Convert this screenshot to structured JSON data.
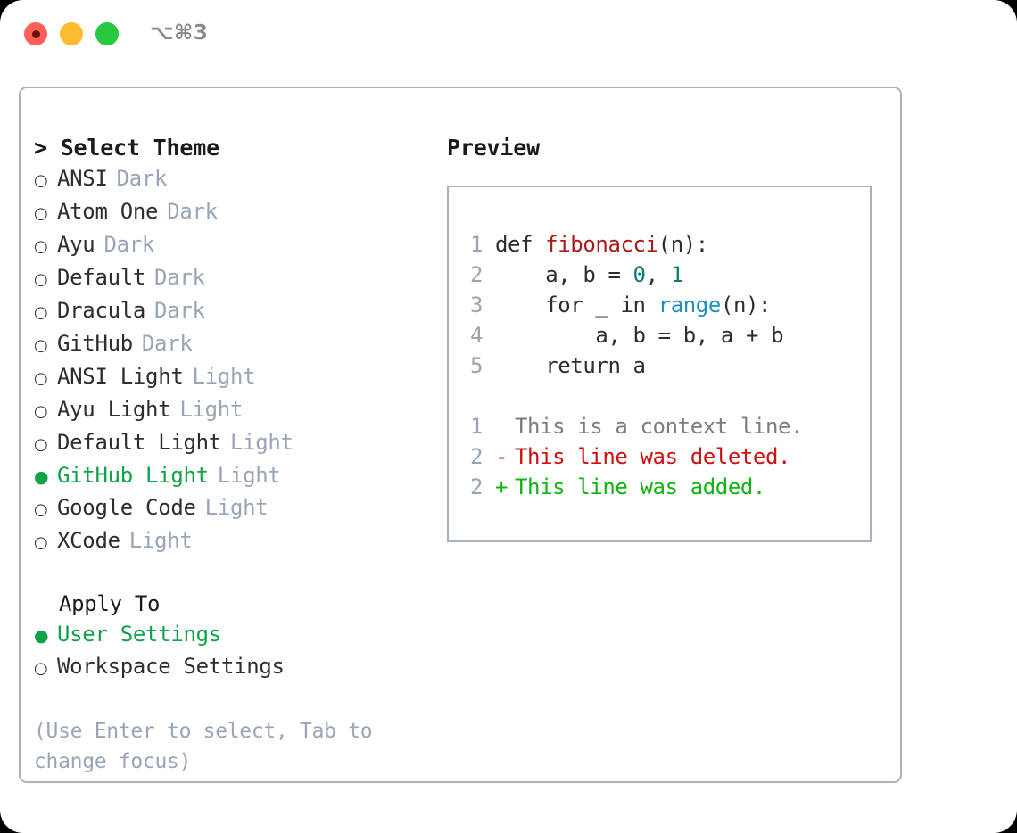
{
  "window": {
    "shortcut_title": "⌥⌘3",
    "traffic_lights": [
      {
        "name": "close",
        "color": "#ff5f57"
      },
      {
        "name": "minimize",
        "color": "#fdbc2f"
      },
      {
        "name": "maximize",
        "color": "#28c840"
      }
    ]
  },
  "left": {
    "prompt": "> Select Theme",
    "themes": [
      {
        "bullet": "○",
        "name": "ANSI",
        "kind": "Dark",
        "selected": false
      },
      {
        "bullet": "○",
        "name": "Atom One",
        "kind": "Dark",
        "selected": false
      },
      {
        "bullet": "○",
        "name": "Ayu",
        "kind": "Dark",
        "selected": false
      },
      {
        "bullet": "○",
        "name": "Default",
        "kind": "Dark",
        "selected": false
      },
      {
        "bullet": "○",
        "name": "Dracula",
        "kind": "Dark",
        "selected": false
      },
      {
        "bullet": "○",
        "name": "GitHub",
        "kind": "Dark",
        "selected": false
      },
      {
        "bullet": "○",
        "name": "ANSI Light",
        "kind": "Light",
        "selected": false
      },
      {
        "bullet": "○",
        "name": "Ayu Light",
        "kind": "Light",
        "selected": false
      },
      {
        "bullet": "○",
        "name": "Default Light",
        "kind": "Light",
        "selected": false
      },
      {
        "bullet": "●",
        "name": "GitHub Light",
        "kind": "Light",
        "selected": true
      },
      {
        "bullet": "○",
        "name": "Google Code",
        "kind": "Light",
        "selected": false
      },
      {
        "bullet": "○",
        "name": "XCode",
        "kind": "Light",
        "selected": false
      }
    ],
    "apply_to": {
      "title": "Apply To",
      "options": [
        {
          "bullet": "●",
          "label": "User Settings",
          "selected": true
        },
        {
          "bullet": "○",
          "label": "Workspace Settings",
          "selected": false
        }
      ]
    },
    "hint": "(Use Enter to select, Tab to change focus)"
  },
  "preview": {
    "title": "Preview",
    "code_lines": [
      {
        "n": "1",
        "tokens": [
          {
            "t": "def ",
            "c": "plain"
          },
          {
            "t": "fibonacci",
            "c": "fn"
          },
          {
            "t": "(n):",
            "c": "plain"
          }
        ]
      },
      {
        "n": "2",
        "tokens": [
          {
            "t": "    a, b = ",
            "c": "plain"
          },
          {
            "t": "0",
            "c": "num"
          },
          {
            "t": ", ",
            "c": "plain"
          },
          {
            "t": "1",
            "c": "num"
          }
        ]
      },
      {
        "n": "3",
        "tokens": [
          {
            "t": "    for _ in ",
            "c": "plain"
          },
          {
            "t": "range",
            "c": "blue"
          },
          {
            "t": "(n):",
            "c": "plain"
          }
        ]
      },
      {
        "n": "4",
        "tokens": [
          {
            "t": "        a, b = b, a + b",
            "c": "plain"
          }
        ]
      },
      {
        "n": "5",
        "tokens": [
          {
            "t": "    return a",
            "c": "plain"
          }
        ]
      }
    ],
    "diff_lines": [
      {
        "n": "1",
        "marker": " ",
        "text": "This is a context line.",
        "kind": "ctx"
      },
      {
        "n": "2",
        "marker": "-",
        "text": "This line was deleted.",
        "kind": "del"
      },
      {
        "n": "2",
        "marker": "+",
        "text": "This line was added.",
        "kind": "add"
      }
    ]
  },
  "colors": {
    "selected_green": "#12a34a",
    "diff_add": "#11b411",
    "diff_del": "#cc1111",
    "keyword_fn": "#a81b1b",
    "number": "#0d7b74",
    "builtin": "#1f8fc0",
    "muted": "#9aa5b8",
    "border": "#aab3c0"
  }
}
